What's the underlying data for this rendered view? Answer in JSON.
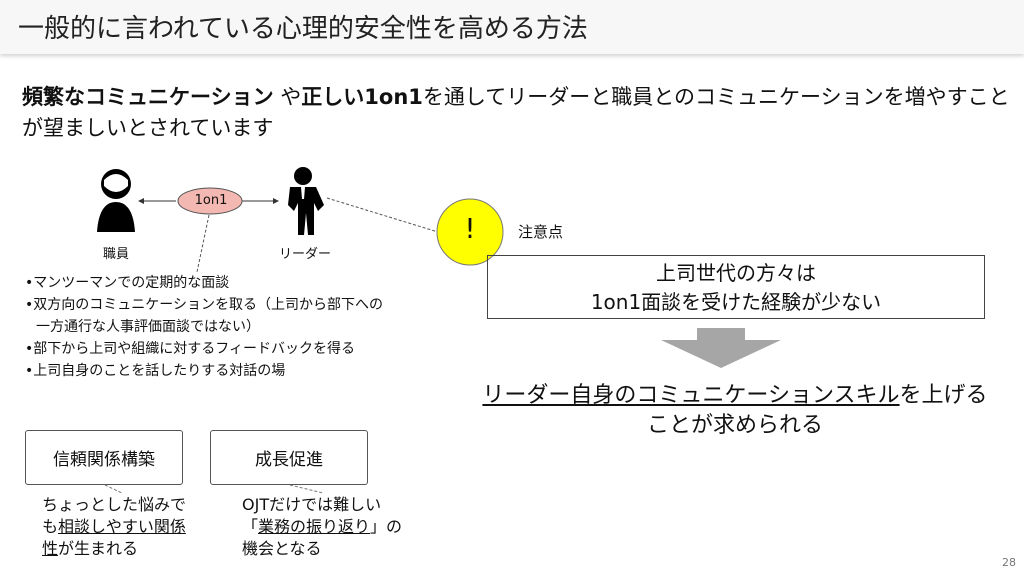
{
  "title": "一般的に言われている心理的安全性を高める方法",
  "lead": {
    "bold1": "頻繁なコミュニケーション",
    "mid1": " や",
    "bold2": "正しい1on1",
    "rest": "を通してリーダーと職員とのコミュニケーションを増やすことが望ましいとされています"
  },
  "diagram": {
    "employee_label": "職員",
    "leader_label": "リーダー",
    "meeting_label": "1on1",
    "bullets": [
      "•マンツーマンでの定期的な面談",
      "•双方向のコミュニケーションを取る（上司から部下への一方通行な人事評価面談ではない）",
      "•部下から上司や組織に対するフィードバックを得る",
      "•上司自身のことを話したりする対話の場"
    ],
    "boxes": [
      {
        "label": "信頼関係構築",
        "note_pre": "ちょっとした悩みでも",
        "note_u": "相談しやすい関係性",
        "note_post": "が生まれる"
      },
      {
        "label": "成長促進",
        "note_pre": "OJTだけでは難しい「",
        "note_u": "業務の振り返り",
        "note_post": "」の機会となる"
      }
    ]
  },
  "caution": {
    "icon": "!",
    "label": "注意点",
    "line1": "上司世代の方々は",
    "line2": "1on1面談を受けた経験が少ない"
  },
  "result": {
    "underlined": "リーダー自身のコミュニケーションスキル",
    "rest": "を上げることが求められる"
  },
  "page_number": "28",
  "colors": {
    "ellipse": "#f4b8b2",
    "caution": "#ffff00",
    "arrow": "#a6a6a6"
  }
}
